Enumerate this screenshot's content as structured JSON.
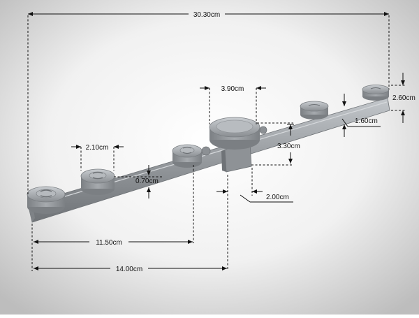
{
  "colors": {
    "background_center": "#ffffff",
    "background_edge": "#bdbdbd",
    "part_body": "#9a9ea2",
    "part_highlight": "#c3c7cb",
    "part_shadow": "#6f7377",
    "dimension_line": "#111111"
  },
  "dimensions": {
    "overall_length": "30.30cm",
    "hub_cap_width": "3.90cm",
    "end_height": "2.60cm",
    "arm_thickness": "1.60cm",
    "nozzle_width": "2.10cm",
    "hub_height": "3.30cm",
    "nozzle_height": "0.70cm",
    "hub_base_width": "2.00cm",
    "nozzle_span": "11.50cm",
    "half_length": "14.00cm"
  }
}
